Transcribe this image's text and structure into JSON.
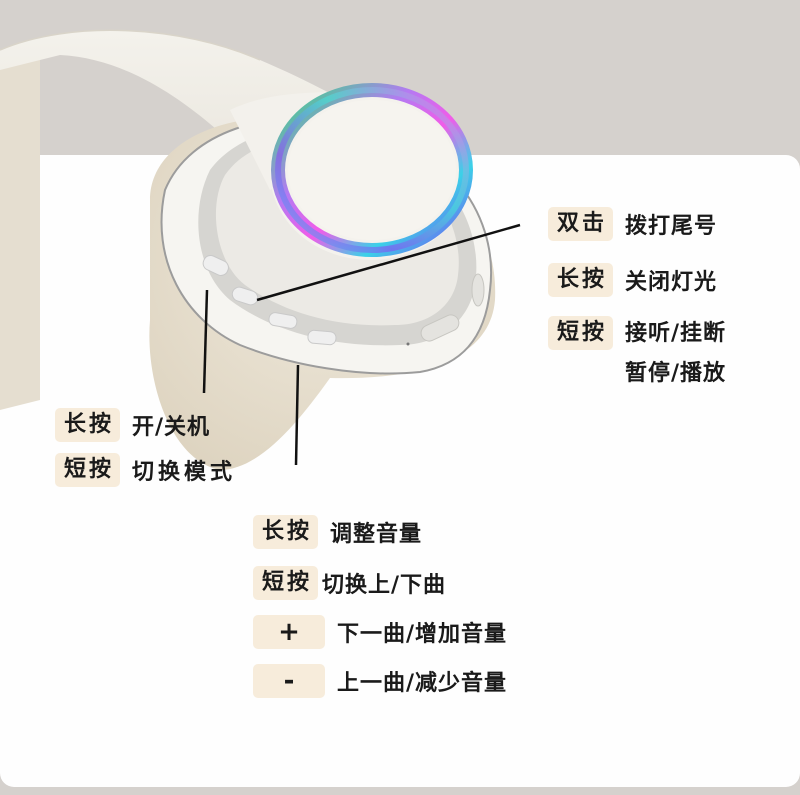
{
  "colors": {
    "background": "#d5d1cd",
    "card": "#fefefe",
    "badge": "#f7ecdb",
    "text": "#1a1a1a",
    "headphone_white": "#f3f1ec",
    "cushion": "#e9e2d2",
    "ring_gradient": [
      "#35d6a0",
      "#3fb5f0",
      "#8a4cf5",
      "#f05ae8",
      "#52e0c8"
    ]
  },
  "right_panel": {
    "items": [
      {
        "badge": "双击",
        "desc": "拨打尾号"
      },
      {
        "badge": "长按",
        "desc": "关闭灯光"
      },
      {
        "badge": "短按",
        "desc_line1": "接听/挂断",
        "desc_line2": "暂停/播放"
      }
    ]
  },
  "left_panel": {
    "items": [
      {
        "badge": "长按",
        "desc": "开/关机"
      },
      {
        "badge": "短按",
        "desc": "切换模式"
      }
    ]
  },
  "bottom_panel": {
    "items": [
      {
        "badge": "长按",
        "desc": "调整音量"
      },
      {
        "badge": "短按",
        "desc": "切换上/下曲"
      },
      {
        "badge": "+",
        "desc": "下一曲/增加音量"
      },
      {
        "badge": "-",
        "desc": "上一曲/减少音量"
      }
    ]
  },
  "buttons_on_device": [
    {
      "name": "mode-button"
    },
    {
      "name": "call-button"
    },
    {
      "name": "volume-up-button"
    },
    {
      "name": "volume-down-button"
    }
  ]
}
